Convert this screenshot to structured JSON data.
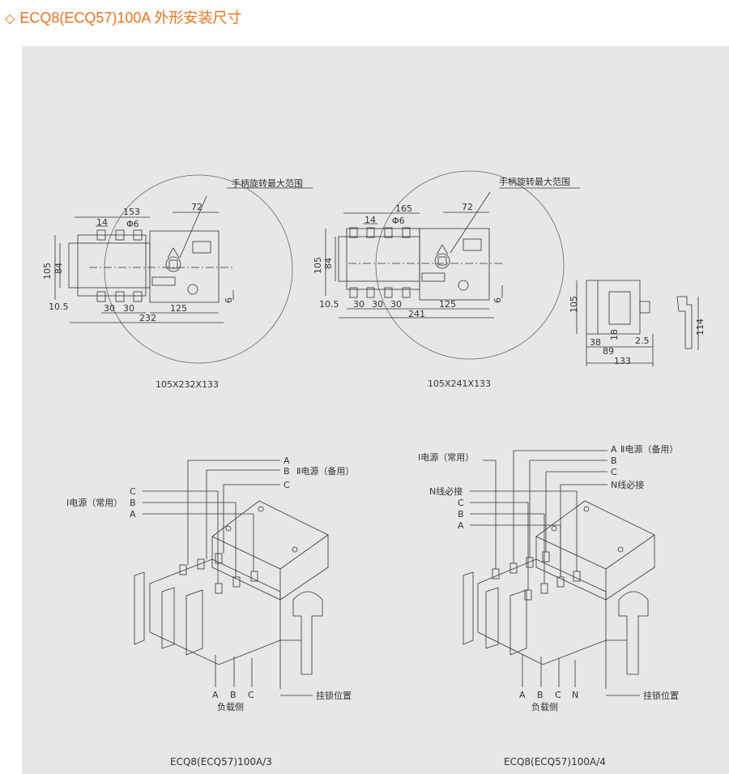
{
  "page": {
    "title": "ECQ8(ECQ57)100A 外形安装尺寸",
    "title_color": "#e8731d"
  },
  "colors": {
    "panel": "#e6e7e8",
    "line": "#333333",
    "accent": "#e8731d"
  },
  "drawing1": {
    "handle_label": "手柄旋转最大范围",
    "dims": {
      "d153": "153",
      "d72": "72",
      "d14": "14",
      "phi": "Φ6",
      "d105": "105",
      "d84": "84",
      "d10_5": "10.5",
      "d30a": "30",
      "d30b": "30",
      "d125": "125",
      "d232": "232",
      "d6": "6"
    },
    "caption": "105X232X133"
  },
  "drawing2": {
    "handle_label": "手柄旋转最大范围",
    "dims": {
      "d165": "165",
      "d72": "72",
      "d14": "14",
      "phi": "Φ6",
      "d105": "105",
      "d84": "84",
      "d10_5": "10.5",
      "d30a": "30",
      "d30b": "30",
      "d30c": "30",
      "d125": "125",
      "d241": "241",
      "d6": "6"
    },
    "caption": "105X241X133"
  },
  "side": {
    "d105": "105",
    "d38": "38",
    "d18": "18",
    "d2_5": "2.5",
    "d89": "89",
    "d133": "133",
    "d114": "114"
  },
  "iso3": {
    "labels": {
      "A_top": "A",
      "B_top": "B",
      "source2": "Ⅱ电源（备用）",
      "C_top": "C",
      "C_left": "C",
      "B_left": "B",
      "A_left": "A",
      "source1": "Ⅰ电源（常用）",
      "A_bot": "A",
      "B_bot": "B",
      "C_bot": "C",
      "load": "负载侧",
      "lock": "挂锁位置"
    },
    "caption": "ECQ8(ECQ57)100A/3"
  },
  "iso4": {
    "labels": {
      "source1": "Ⅰ电源（常用）",
      "A_top": "A",
      "source2": "Ⅱ电源（备用）",
      "B_top": "B",
      "C_top": "C",
      "n_top": "N线必接",
      "n_left": "N线必接",
      "C_left": "C",
      "B_left": "B",
      "A_left": "A",
      "A_bot": "A",
      "B_bot": "B",
      "C_bot": "C",
      "N_bot": "N",
      "load": "负载侧",
      "lock": "挂锁位置"
    },
    "caption": "ECQ8(ECQ57)100A/4"
  }
}
